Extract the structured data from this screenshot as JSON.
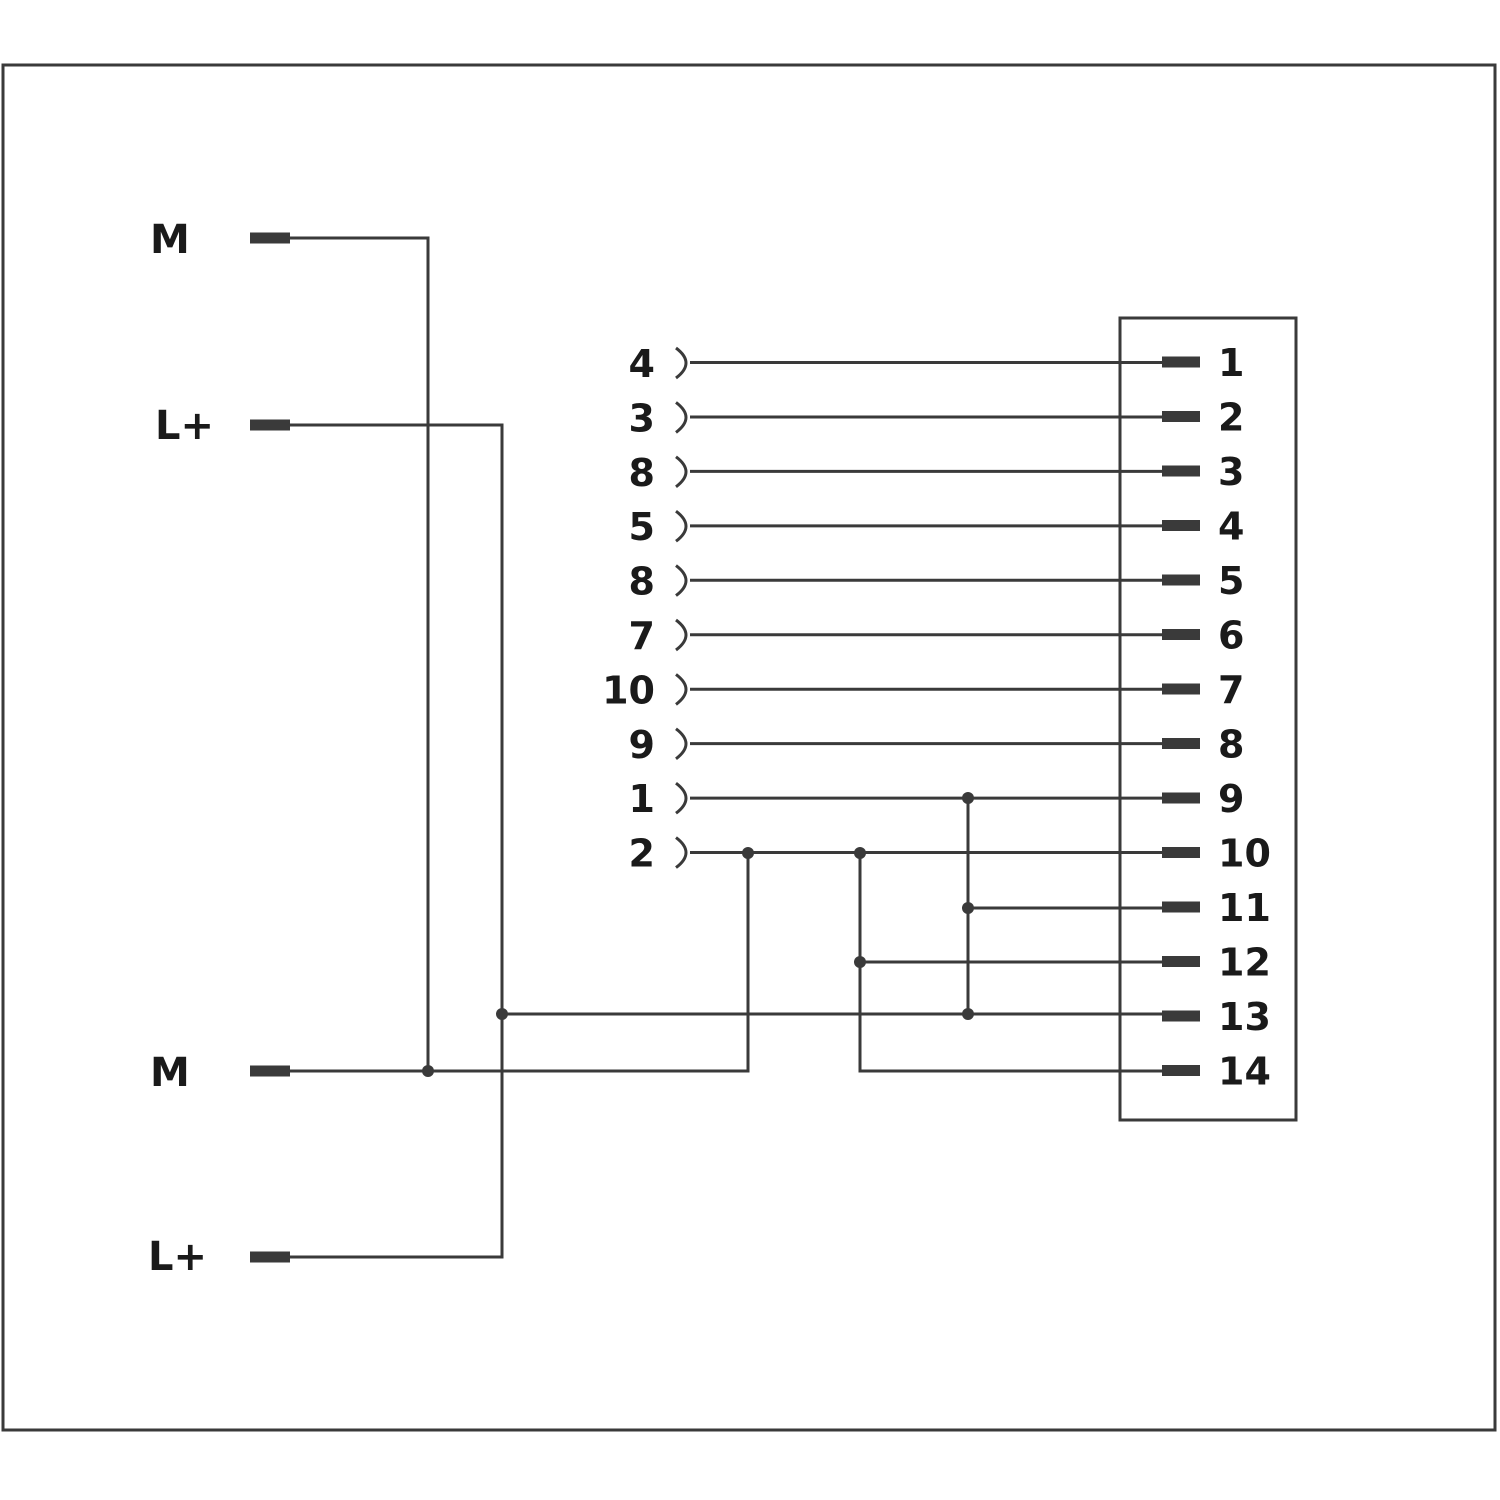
{
  "colors": {
    "line": "#3a3a3a",
    "text": "#1a1a1a",
    "background": "#ffffff"
  },
  "power": {
    "top_m": "M",
    "top_lplus": "L+",
    "bottom_m": "M",
    "bottom_lplus": "L+"
  },
  "left_connector_pins": [
    "4",
    "3",
    "8",
    "5",
    "8",
    "7",
    "10",
    "9",
    "1",
    "2"
  ],
  "right_connector_pins": [
    "1",
    "2",
    "3",
    "4",
    "5",
    "6",
    "7",
    "8",
    "9",
    "10",
    "11",
    "12",
    "13",
    "14"
  ]
}
